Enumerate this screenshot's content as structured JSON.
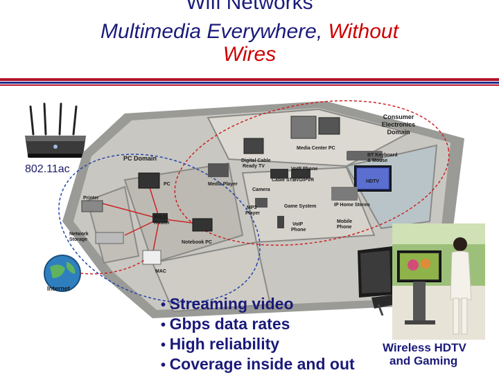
{
  "slide": {
    "title": "Wifi Networks",
    "subtitle_part1": "Multimedia Everywhere, ",
    "subtitle_part2": "Without",
    "subtitle_line2": "Wires"
  },
  "router": {
    "label": "802.11ac"
  },
  "diagram": {
    "consumer_domain": [
      "Consumer",
      "Electronics",
      "Domain"
    ],
    "pc_domain": "PC Domain",
    "media_center_pc": "Media Center PC",
    "bt_keyboard": [
      "BT Keyboard",
      "& Mouse"
    ],
    "digital_cable": [
      "Digital Cable",
      "Ready TV"
    ],
    "voip_phone_top": "VoIP Phone",
    "cable_stb": "Cable STB",
    "dvd_pvr": "DVD/PVR",
    "media_player": "Media Player",
    "camera": "Camera",
    "hdtv": "HDTV",
    "ip_home_stereo": "IP Home Stereo",
    "pc": "PC",
    "printer": "Printer",
    "router_80211": [
      "802.11",
      "Router"
    ],
    "mp3_player": [
      "MP3",
      "Player"
    ],
    "game_system": "Game System",
    "voip_phone_bottom": [
      "VoIP",
      "Phone"
    ],
    "mobile_phone": [
      "Mobile",
      "Phone"
    ],
    "network_storage": [
      "Network",
      "Storage"
    ],
    "notebook_pc": "Notebook PC",
    "mac": "MAC",
    "internet": "Internet"
  },
  "bullets": [
    "Streaming video",
    "Gbps data rates",
    "High reliability",
    "Coverage inside and out"
  ],
  "caption": {
    "line1": "Wireless HDTV",
    "line2": "and Gaming"
  },
  "colors": {
    "title": "#1a1a7a",
    "accent_red": "#cc0000",
    "rule_red": "#b3132b",
    "rule_blue": "#1f2f8f"
  }
}
